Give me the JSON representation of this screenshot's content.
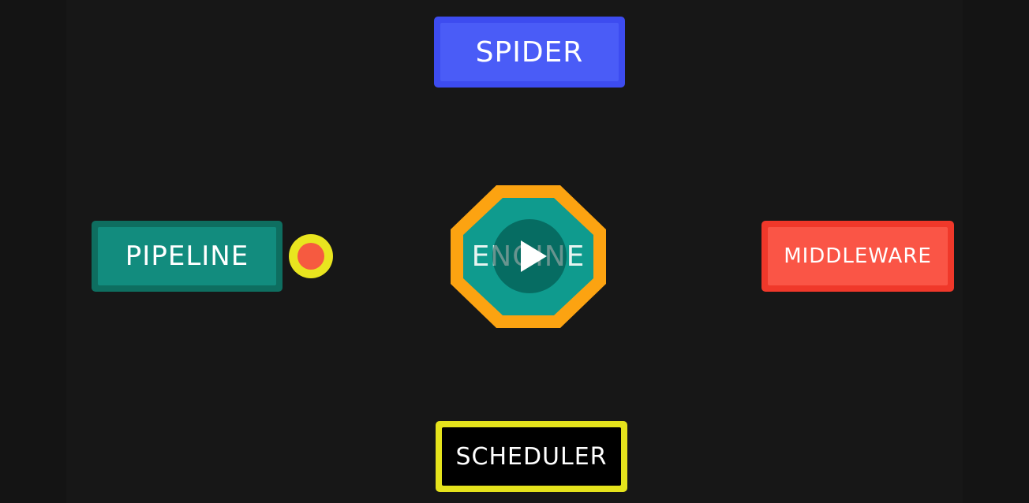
{
  "diagram": {
    "nodes": {
      "spider": {
        "label": "SPIDER",
        "color": "#4a5cf7"
      },
      "engine": {
        "label": "ENGINE",
        "color": "#0f9b8e",
        "border_color": "#fca311"
      },
      "pipeline": {
        "label": "PIPELINE",
        "color": "#128c7e"
      },
      "middleware": {
        "label": "MIDDLEWARE",
        "color": "#fa5546"
      },
      "scheduler": {
        "label": "SCHEDULER",
        "color": "#000000",
        "border_color": "#e5e31c"
      }
    },
    "connector_dot": {
      "fill": "#f65a40",
      "ring": "#e9e51f"
    }
  },
  "player": {
    "play_icon": "play-icon",
    "background": "#171717"
  }
}
